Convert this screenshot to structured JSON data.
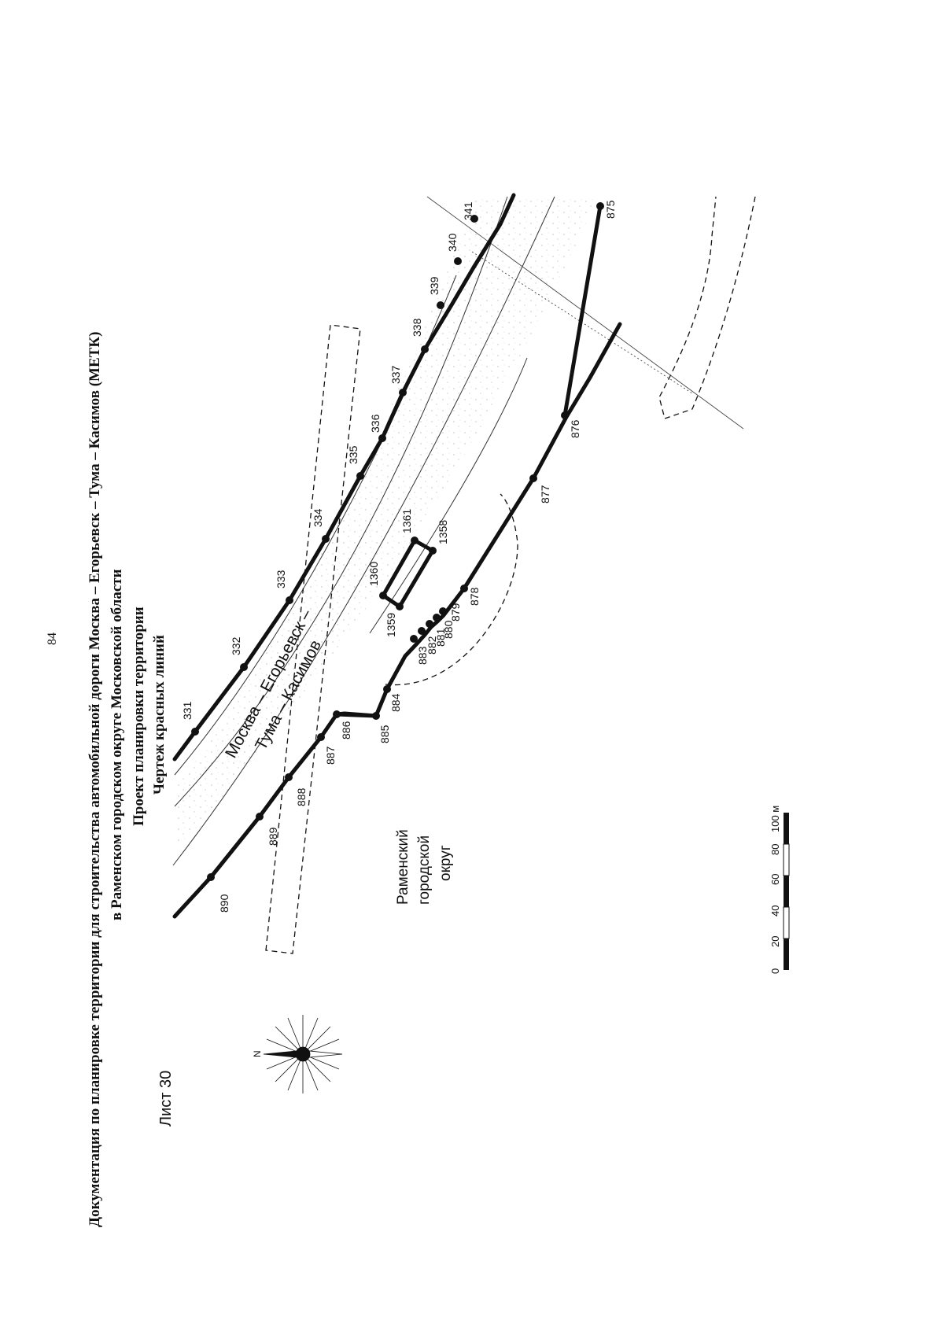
{
  "page_number": "84",
  "title": {
    "line1": "Документация по планировке территории для строительства автомобильной дороги Москва – Егорьевск – Тума – Касимов (МЕТК)",
    "line2": "в Раменском городском округе Московской области",
    "line3": "Проект планировки территории",
    "line4": "Чертеж красных линий"
  },
  "map": {
    "road_name_line1": "Москва – Егорьевск –",
    "road_name_line2": "Тума – Касимов",
    "district_line1": "Раменский",
    "district_line2": "городской",
    "district_line3": "округ",
    "north_letter": "N",
    "north_arrow": "compass-rose-icon",
    "upper_red_line_points": [
      "331",
      "332",
      "333",
      "334",
      "335",
      "336",
      "337",
      "338",
      "339",
      "340",
      "341"
    ],
    "lower_red_line_points": [
      "890",
      "889",
      "888",
      "887",
      "886",
      "885",
      "884",
      "883",
      "882",
      "881",
      "880",
      "879",
      "878",
      "877",
      "876",
      "875"
    ],
    "rectangle_points": [
      "1359",
      "1360",
      "1361",
      "1358"
    ]
  },
  "scale_bar": {
    "ticks": [
      "0",
      "20",
      "40",
      "60",
      "80",
      "100 м"
    ]
  },
  "sheet_label": "Лист 30",
  "colors": {
    "line": "#111111",
    "thin_line": "#333333",
    "hatch": "#bbbbbb"
  }
}
